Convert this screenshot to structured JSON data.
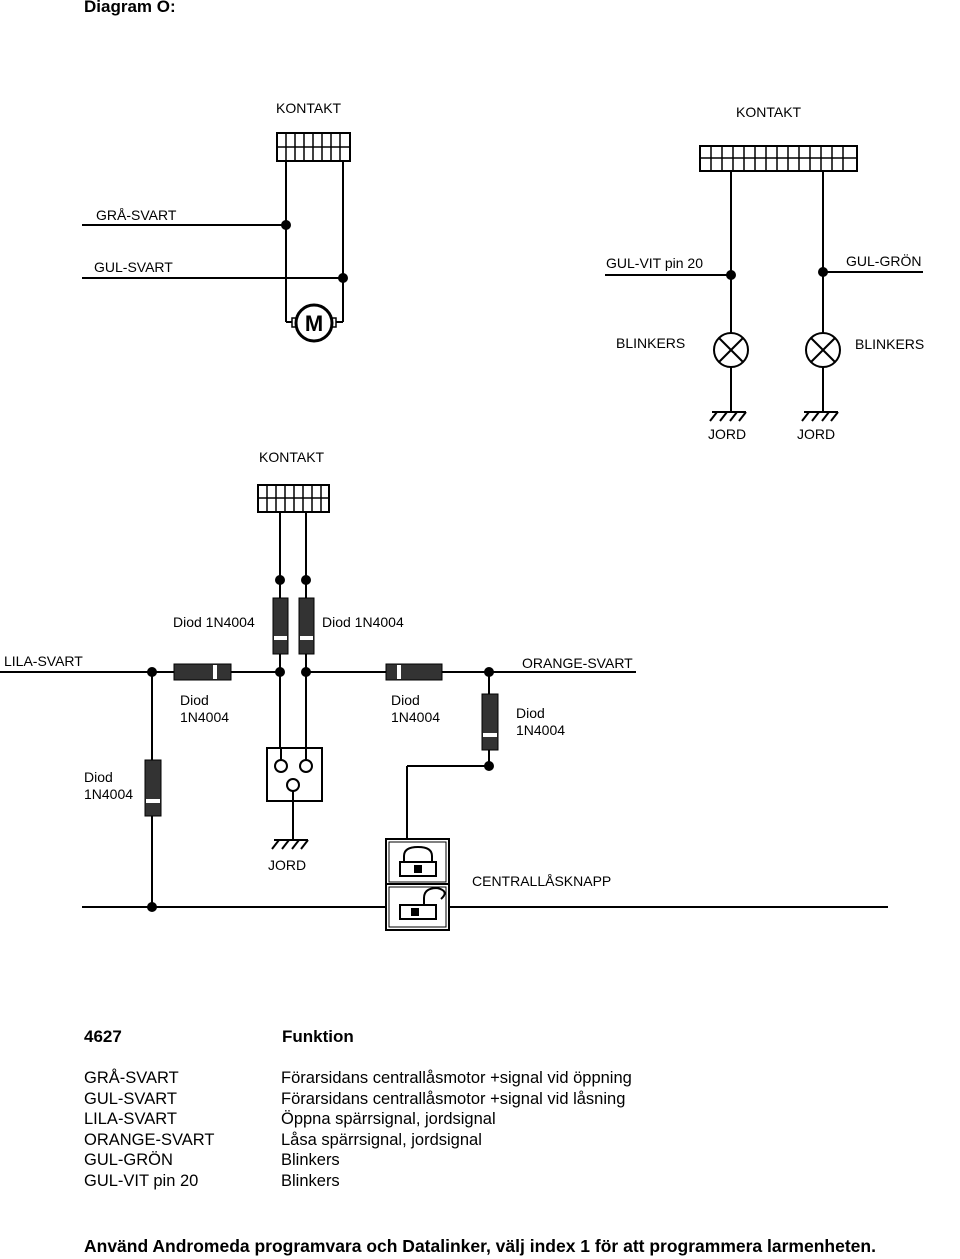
{
  "title": "Diagram O:",
  "diagram": {
    "kontakt": [
      "KONTAKT",
      "KONTAKT",
      "KONTAKT"
    ],
    "wires": {
      "gra_svart": "GRÅ-SVART",
      "gul_svart": "GUL-SVART",
      "gul_vit_pin20": "GUL-VIT pin 20",
      "gul_gron": "GUL-GRÖN",
      "lila_svart": "LILA-SVART",
      "orange_svart": "ORANGE-SVART"
    },
    "motor": "M",
    "blinkers": [
      "BLINKERS",
      "BLINKERS"
    ],
    "jord": [
      "JORD",
      "JORD",
      "JORD"
    ],
    "diode": {
      "line1": "Diod",
      "line2": "1N4004",
      "full": "Diod 1N4004"
    },
    "centrallasknapp": "CENTRALLÅSKNAPP"
  },
  "table": {
    "header_code": "4627",
    "header_function": "Funktion",
    "rows": [
      {
        "wire": "GRÅ-SVART",
        "function": "Förarsidans centrallåsmotor +signal vid öppning"
      },
      {
        "wire": "GUL-SVART",
        "function": "Förarsidans centrallåsmotor +signal vid låsning"
      },
      {
        "wire": "LILA-SVART",
        "function": "Öppna spärrsignal, jordsignal"
      },
      {
        "wire": "ORANGE-SVART",
        "function": "Låsa spärrsignal, jordsignal"
      },
      {
        "wire": "GUL-GRÖN",
        "function": "Blinkers"
      },
      {
        "wire": "GUL-VIT pin 20",
        "function": "Blinkers"
      }
    ]
  },
  "footer": "Använd Andromeda programvara och Datalinker, välj index 1 för att programmera larmenheten."
}
